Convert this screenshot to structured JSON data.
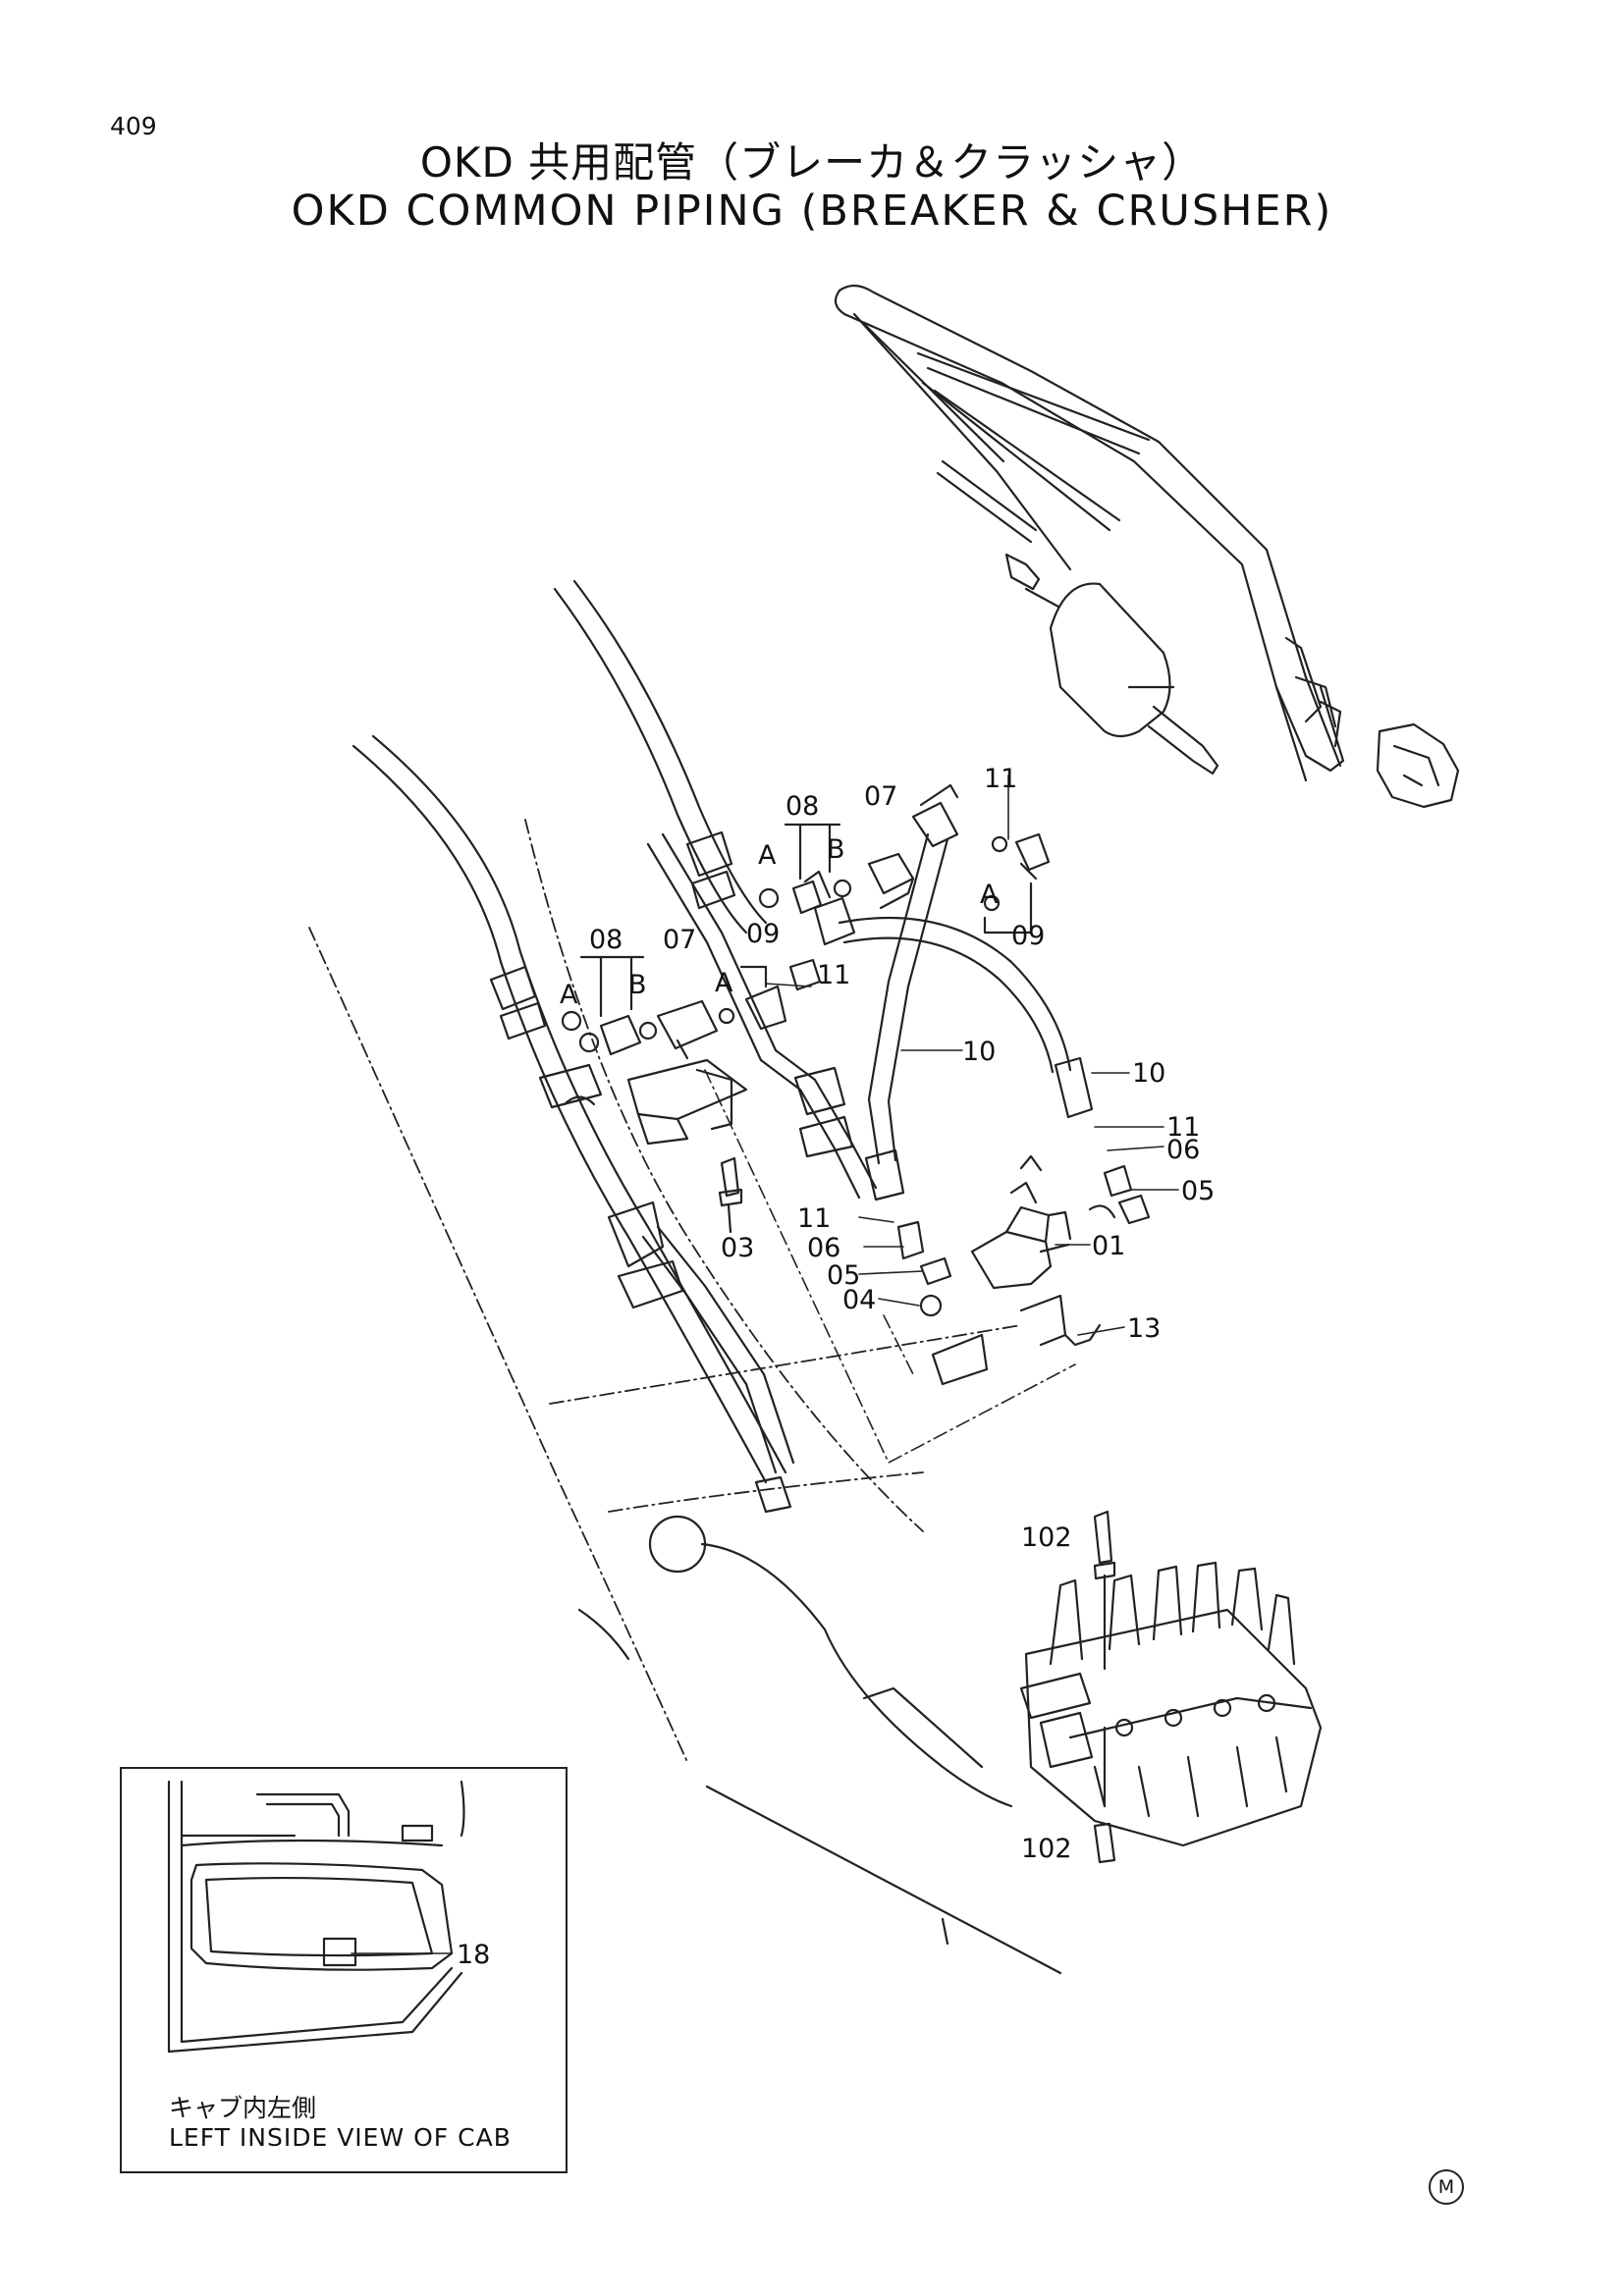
{
  "page": {
    "number": "409"
  },
  "title": {
    "jp": "OKD 共用配管（ブレーカ＆クラッシャ）",
    "en": "OKD  COMMON  PIPING  (BREAKER & CRUSHER)"
  },
  "callouts": {
    "c08_upper": "08",
    "c07_upper": "07",
    "c11_top": "11",
    "cA_upper": "A",
    "cB_upper": "B",
    "cA_right": "A",
    "c09_right": "09",
    "c08_left": "08",
    "c07_left": "07",
    "c09_mid": "09",
    "cA_left": "A",
    "cB_left": "B",
    "cA_mid": "A",
    "c11_mid": "11",
    "c10_left": "10",
    "c10_right": "10",
    "c11_right": "11",
    "c06_right": "06",
    "c05_right": "05",
    "c01": "01",
    "c11_low": "11",
    "c06_low": "06",
    "c05_low": "05",
    "c04": "04",
    "c03": "03",
    "c13": "13",
    "c102_top": "102",
    "c102_bottom": "102"
  },
  "inset": {
    "callout": "18",
    "caption_jp": "キャブ内左側",
    "caption_en": "LEFT  INSIDE  VIEW  OF  CAB"
  },
  "mark": "M"
}
